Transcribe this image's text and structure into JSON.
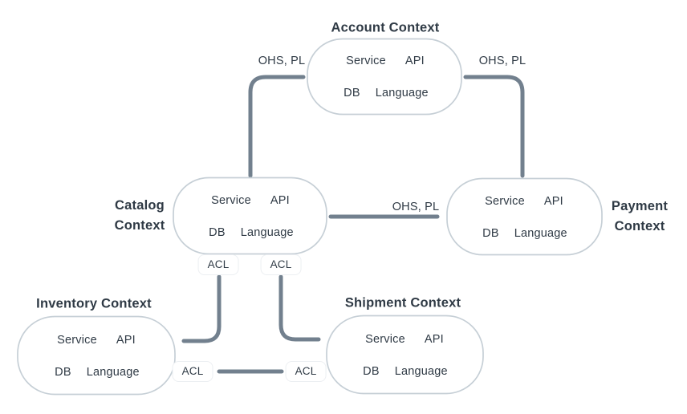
{
  "diagram_type": "bounded-context-map",
  "contexts": [
    {
      "title": "Account Context",
      "row1": [
        "Service",
        "API"
      ],
      "row2": [
        "DB",
        "Language"
      ]
    },
    {
      "title": "Catalog Context",
      "row1": [
        "Service",
        "API"
      ],
      "row2": [
        "DB",
        "Language"
      ]
    },
    {
      "title": "Payment Context",
      "row1": [
        "Service",
        "API"
      ],
      "row2": [
        "DB",
        "Language"
      ]
    },
    {
      "title": "Inventory Context",
      "row1": [
        "Service",
        "API"
      ],
      "row2": [
        "DB",
        "Language"
      ]
    },
    {
      "title": "Shipment Context",
      "row1": [
        "Service",
        "API"
      ],
      "row2": [
        "DB",
        "Language"
      ]
    }
  ],
  "connections": [
    {
      "from": "Account Context",
      "to": "Catalog Context",
      "label": "OHS, PL"
    },
    {
      "from": "Account Context",
      "to": "Payment Context",
      "label": "OHS, PL"
    },
    {
      "from": "Catalog Context",
      "to": "Payment Context",
      "label": "OHS, PL"
    },
    {
      "from": "Catalog Context",
      "to": "Inventory Context",
      "label": "ACL"
    },
    {
      "from": "Catalog Context",
      "to": "Shipment Context",
      "label": "ACL"
    },
    {
      "from": "Inventory Context",
      "to": "Shipment Context",
      "labels": [
        "ACL",
        "ACL"
      ]
    }
  ],
  "colors": {
    "background": "#FFFFFF",
    "connector_line": "#72808E",
    "context_border": "#C6CFD6",
    "text": "#2F3A45",
    "chip_background": "#FFFFFF",
    "chip_border": "#ECEFF2"
  }
}
